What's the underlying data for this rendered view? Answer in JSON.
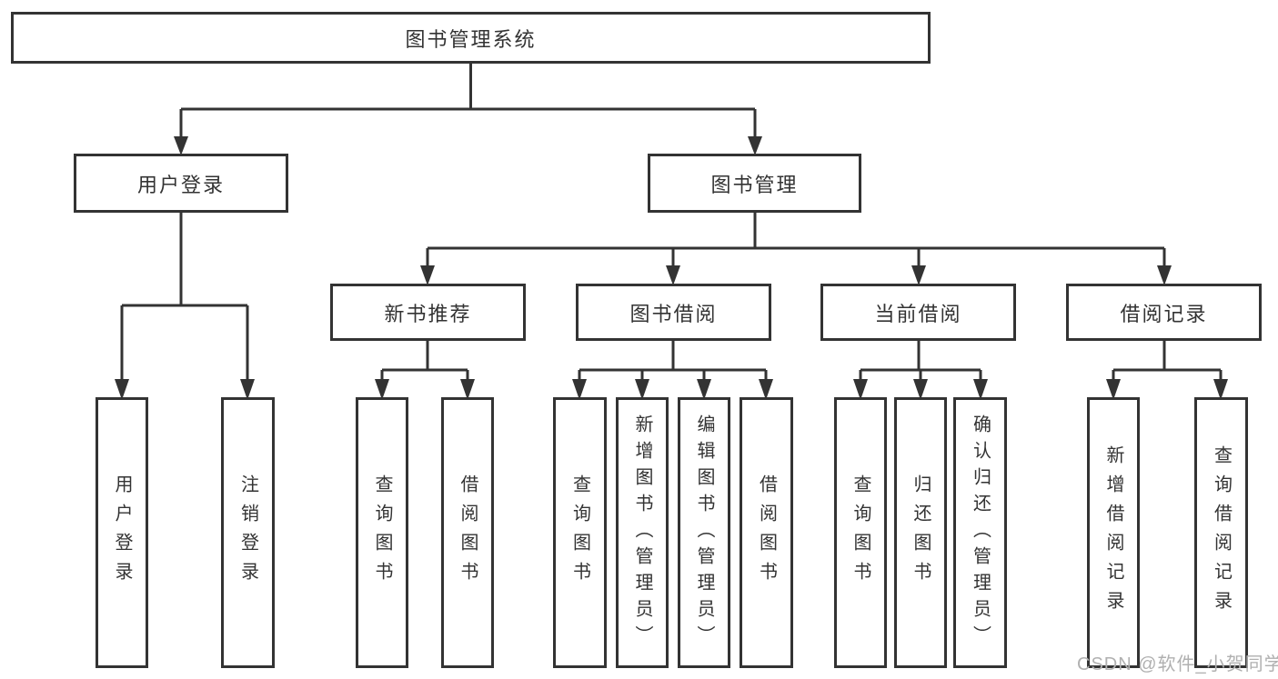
{
  "diagram": {
    "title": "图书管理系统",
    "root": {
      "label": "图书管理系统"
    },
    "level2": [
      {
        "label": "用户登录",
        "children": [
          {
            "label": "用户登录"
          },
          {
            "label": "注销登录"
          }
        ]
      },
      {
        "label": "图书管理",
        "children": [
          {
            "label": "新书推荐",
            "children": [
              {
                "label": "查询图书"
              },
              {
                "label": "借阅图书"
              }
            ]
          },
          {
            "label": "图书借阅",
            "children": [
              {
                "label": "查询图书"
              },
              {
                "label": "新增图书（管理员）"
              },
              {
                "label": "编辑图书（管理员）"
              },
              {
                "label": "借阅图书"
              }
            ]
          },
          {
            "label": "当前借阅",
            "children": [
              {
                "label": "查询图书"
              },
              {
                "label": "归还图书"
              },
              {
                "label": "确认归还（管理员）"
              }
            ]
          },
          {
            "label": "借阅记录",
            "children": [
              {
                "label": "新增借阅记录"
              },
              {
                "label": "查询借阅记录"
              }
            ]
          }
        ]
      }
    ]
  },
  "watermark": {
    "text": "CSDN @软件_小贺同学"
  },
  "colors": {
    "line": "#333333",
    "box_border": "#333333",
    "text": "#333333",
    "background": "#ffffff",
    "watermark": "#b0b0b0"
  }
}
